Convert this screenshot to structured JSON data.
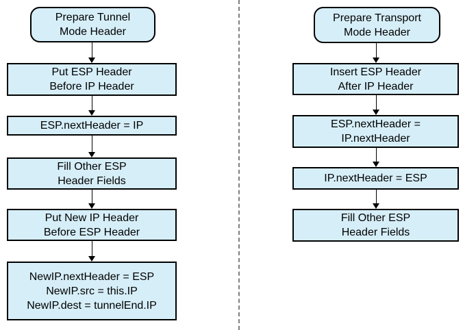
{
  "diagram": {
    "title": "ESP header preparation flowcharts",
    "colors": {
      "node_fill": "#d6eef8",
      "node_border": "#000000",
      "arrow": "#000000",
      "divider": "#7f7f7f",
      "background": "#ffffff"
    },
    "columns": [
      {
        "name": "tunnel-mode",
        "nodes": [
          {
            "shape": "rounded",
            "label": "Prepare Tunnel\nMode Header"
          },
          {
            "shape": "rect",
            "label": "Put ESP Header\nBefore IP Header"
          },
          {
            "shape": "rect",
            "label": "ESP.nextHeader = IP"
          },
          {
            "shape": "rect",
            "label": "Fill Other ESP\nHeader Fields"
          },
          {
            "shape": "rect",
            "label": "Put New IP Header\nBefore ESP Header"
          },
          {
            "shape": "rect",
            "label": "NewIP.nextHeader = ESP\nNewIP.src = this.IP\nNewIP.dest = tunnelEnd.IP"
          }
        ]
      },
      {
        "name": "transport-mode",
        "nodes": [
          {
            "shape": "rounded",
            "label": "Prepare Transport\nMode Header"
          },
          {
            "shape": "rect",
            "label": "Insert ESP Header\nAfter IP Header"
          },
          {
            "shape": "rect",
            "label": "ESP.nextHeader =\nIP.nextHeader"
          },
          {
            "shape": "rect",
            "label": "IP.nextHeader = ESP"
          },
          {
            "shape": "rect",
            "label": "Fill Other ESP\nHeader Fields"
          }
        ]
      }
    ]
  }
}
